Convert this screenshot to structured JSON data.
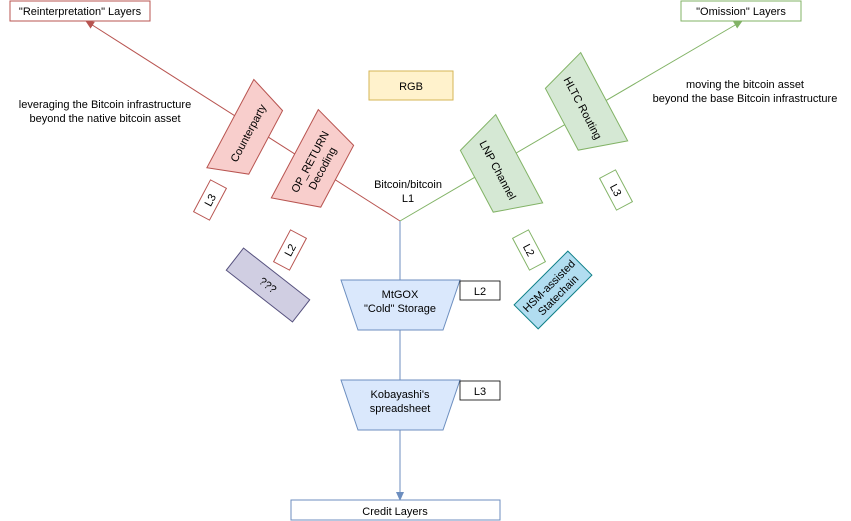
{
  "reinterpretation_label": "\"Reinterpretation\" Layers",
  "omission_label": "\"Omission\" Layers",
  "left_note": [
    "leveraging the Bitcoin infrastructure",
    "beyond the native bitcoin asset"
  ],
  "right_note": [
    "moving the bitcoin asset",
    "beyond the base Bitcoin infrastructure"
  ],
  "center_node": [
    "Bitcoin/bitcoin",
    "L1"
  ],
  "rgb": "RGB",
  "counterparty": "Counterparty",
  "op_return": [
    "OP_RETURN",
    "Decoding"
  ],
  "lnp": "LNP Channel",
  "hltc": "HLTC Routing",
  "unknown": "???",
  "hsm": [
    "HSM-assisted",
    "Statechain"
  ],
  "mtgox": [
    "MtGOX",
    "\"Cold\" Storage"
  ],
  "kobayashi": [
    "Kobayashi's",
    "spreadsheet"
  ],
  "credit": "Credit Layers",
  "tags": {
    "l1_left_l3": "L3",
    "l1_left_l2": "L2",
    "right_l3": "L3",
    "right_l2": "L2",
    "mtgox_l2": "L2",
    "koba_l3": "L3"
  },
  "colors": {
    "red_stroke": "#b85450",
    "red_fill": "#f8cecc",
    "green_stroke": "#82b366",
    "green_fill": "#d5e8d4",
    "blue_stroke": "#6c8ebf",
    "blue_fill": "#dae8fc",
    "yellow_stroke": "#d6b656",
    "yellow_fill": "#fff2cc",
    "purple_stroke": "#56517e",
    "purple_fill": "#d0cee2",
    "cyan_stroke": "#0e8088",
    "cyan_fill": "#b1ddf0"
  }
}
